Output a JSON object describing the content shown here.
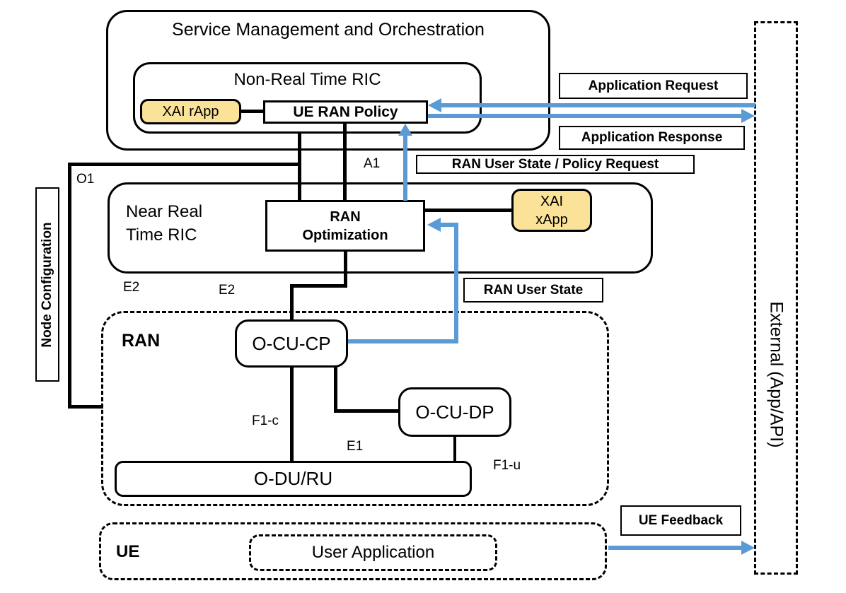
{
  "diagram": {
    "smo": {
      "title": "Service Management and Orchestration"
    },
    "non_rt_ric": {
      "title": "Non-Real Time RIC"
    },
    "xai_rapp": {
      "label": "XAI rApp"
    },
    "ue_ran_policy": {
      "label": "UE RAN Policy"
    },
    "near_rt_ric": {
      "title_line1": "Near Real",
      "title_line2": "Time RIC"
    },
    "ran_optimization": {
      "label_line1": "RAN",
      "label_line2": "Optimization"
    },
    "xai_xapp": {
      "label_line1": "XAI",
      "label_line2": "xApp"
    },
    "ran": {
      "title": "RAN"
    },
    "o_cu_cp": {
      "label": "O-CU-CP"
    },
    "o_cu_dp": {
      "label": "O-CU-DP"
    },
    "o_du_ru": {
      "label": "O-DU/RU"
    },
    "ue": {
      "title": "UE"
    },
    "user_application": {
      "label": "User Application"
    },
    "external": {
      "label": "External (App/API)"
    },
    "node_configuration": {
      "label": "Node Configuration"
    },
    "flow_labels": {
      "application_request": "Application Request",
      "application_response": "Application Response",
      "ran_user_state_policy_request": "RAN User State / Policy Request",
      "ran_user_state": "RAN User State",
      "ue_feedback": "UE Feedback"
    },
    "interface_labels": {
      "a1": "A1",
      "o1": "O1",
      "e2_left": "E2",
      "e2_right": "E2",
      "e1": "E1",
      "f1_c": "F1-c",
      "f1_u": "F1-u"
    },
    "colors": {
      "arrow_blue": "#5B9BD5",
      "highlight_fill": "#FAE298",
      "line_black": "#000000",
      "background": "#FFFFFF"
    }
  }
}
